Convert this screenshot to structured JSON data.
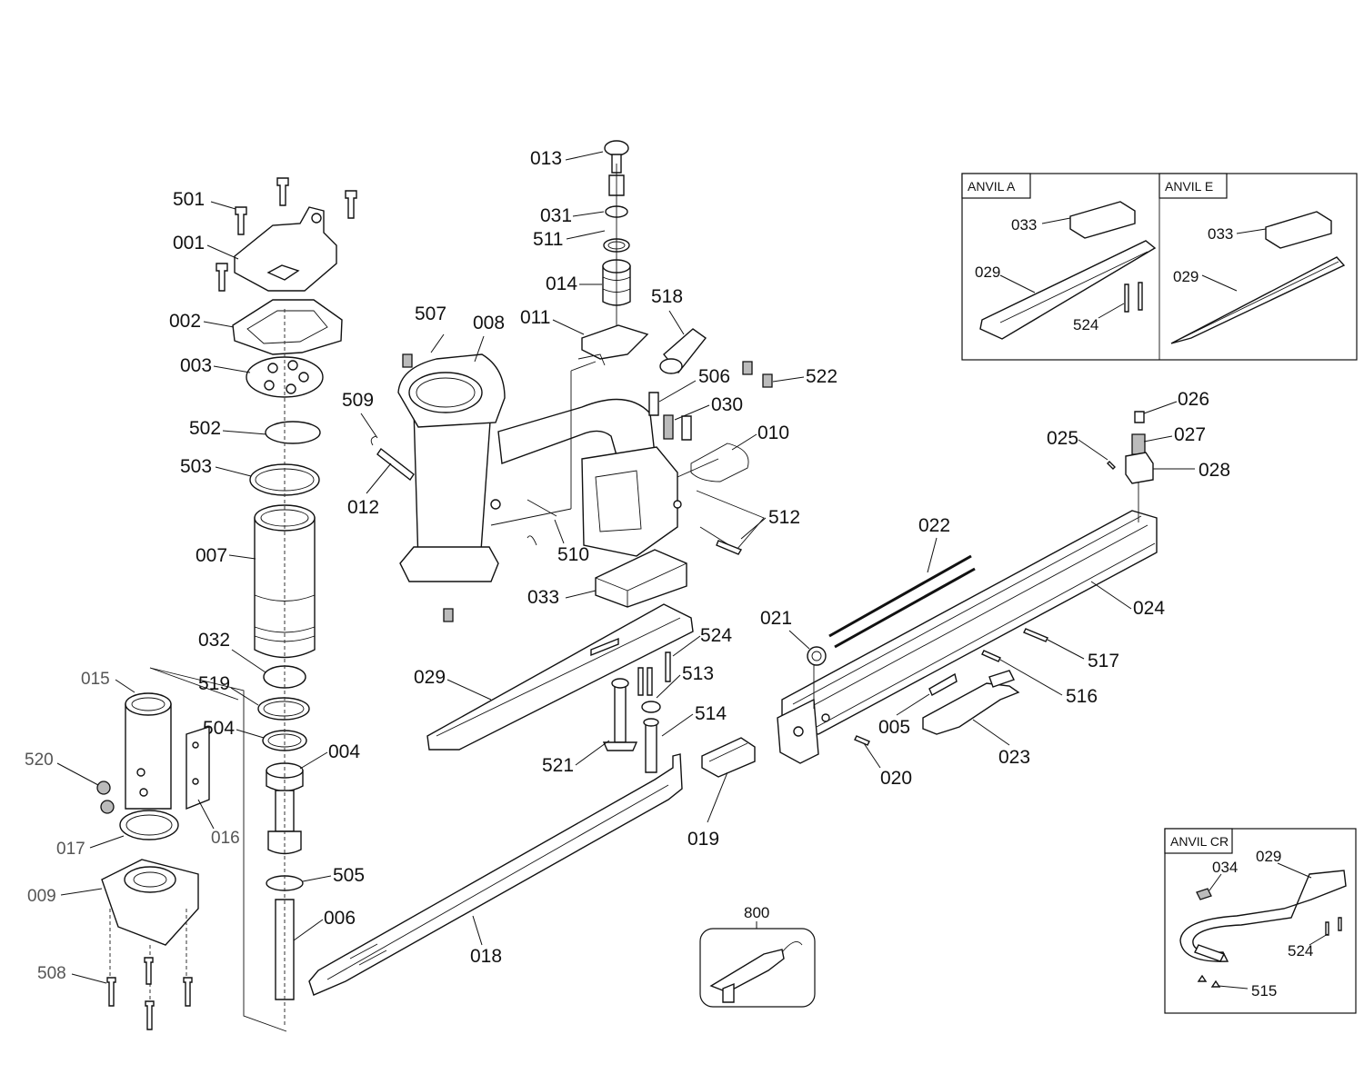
{
  "insets": {
    "anvil_a": {
      "title": "ANVIL A",
      "labels": [
        "033",
        "029",
        "524"
      ]
    },
    "anvil_e": {
      "title": "ANVIL E",
      "labels": [
        "033",
        "029"
      ]
    },
    "anvil_cr": {
      "title": "ANVIL CR",
      "labels": [
        "034",
        "029",
        "524",
        "515"
      ]
    }
  },
  "labels": {
    "l013": "013",
    "l031": "031",
    "l511": "511",
    "l014": "014",
    "l518": "518",
    "l011": "011",
    "l501": "501",
    "l001": "001",
    "l002": "002",
    "l003": "003",
    "l502": "502",
    "l503": "503",
    "l007": "007",
    "l032": "032",
    "l519": "519",
    "l504": "504",
    "l004": "004",
    "l505": "505",
    "l006": "006",
    "l015": "015",
    "l520": "520",
    "l016": "016",
    "l017": "017",
    "l009": "009",
    "l508": "508",
    "l507": "507",
    "l008": "008",
    "l509": "509",
    "l012": "012",
    "l506": "506",
    "l030": "030",
    "l522": "522",
    "l010": "010",
    "l512": "512",
    "l510": "510",
    "l033": "033",
    "l029": "029",
    "l524": "524",
    "l513": "513",
    "l514": "514",
    "l521": "521",
    "l018": "018",
    "l019": "019",
    "l800": "800",
    "l026": "026",
    "l025": "025",
    "l027": "027",
    "l028": "028",
    "l022": "022",
    "l024": "024",
    "l021": "021",
    "l517": "517",
    "l516": "516",
    "l005": "005",
    "l023": "023",
    "l020": "020"
  }
}
